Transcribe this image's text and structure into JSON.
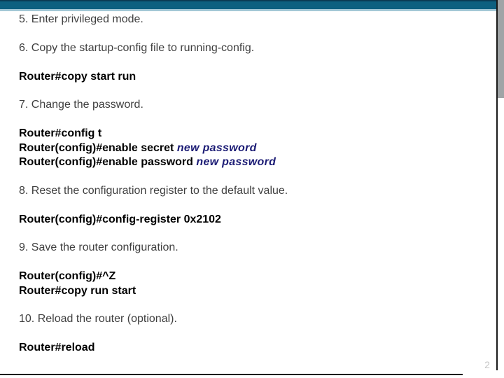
{
  "slide": {
    "page_number": "2",
    "colors": {
      "header_teal": "#0e6080",
      "header_dark_edge": "#0c3c55",
      "header_light_accent": "#a3c7d6",
      "step_text": "#3f3f3f",
      "command_text": "#000000",
      "variable_text": "#1c1c75",
      "page_number_text": "#c6c6c6"
    },
    "content": {
      "step5": "5. Enter privileged mode.",
      "step6": "6. Copy the startup-config file to running-config.",
      "cmd_copy_start_run": "Router#copy start run",
      "step7": "7. Change the password.",
      "cmd_config_t": "Router#config t",
      "cmd_enable_secret": "Router(config)#enable secret ",
      "cmd_enable_secret_arg": "new password",
      "cmd_enable_password": "Router(config)#enable password ",
      "cmd_enable_password_arg": "new password",
      "step8": "8. Reset the configuration register to the default value.",
      "cmd_config_register": "Router(config)#config-register 0x2102",
      "step9": "9. Save the router configuration.",
      "cmd_ctrl_z": "Router(config)#^Z",
      "cmd_copy_run_start": "Router#copy run start",
      "step10": "10. Reload the router (optional).",
      "cmd_reload": "Router#reload"
    }
  }
}
